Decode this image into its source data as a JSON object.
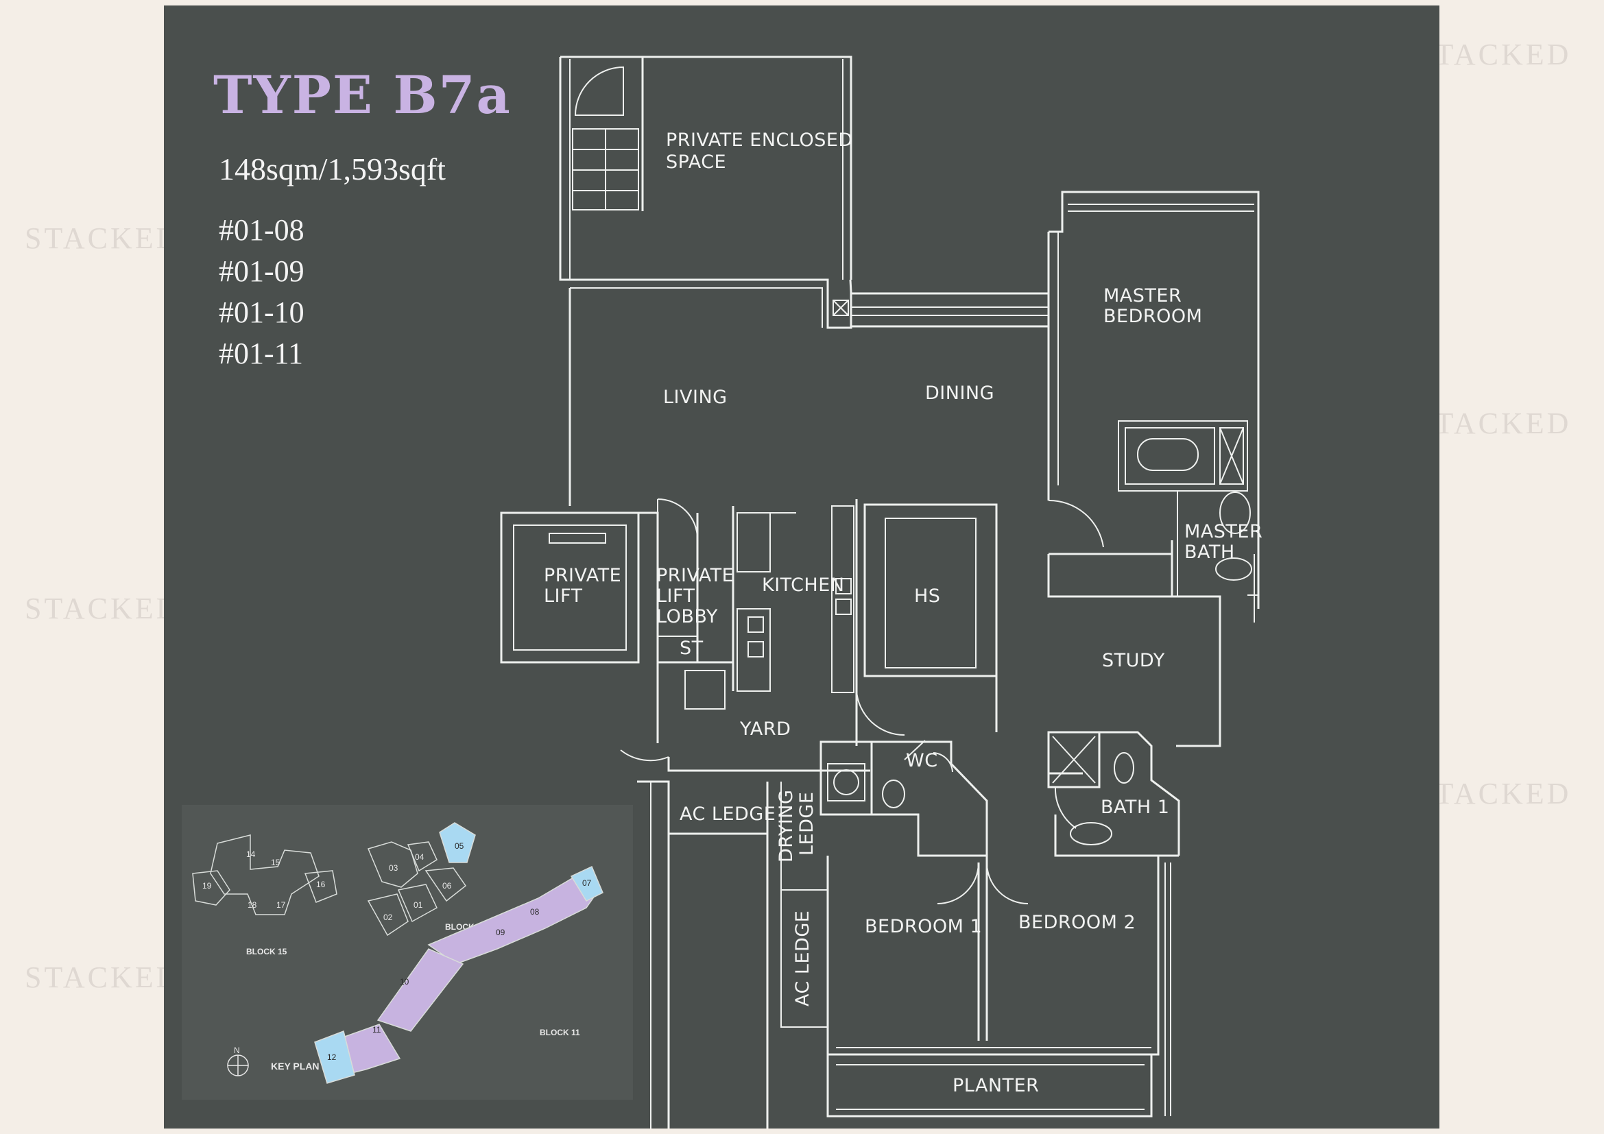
{
  "watermark": "STACKED",
  "unit": {
    "type": "TYPE B7a",
    "area": "148sqm/1,593sqft",
    "unit_numbers": [
      "#01-08",
      "#01-09",
      "#01-10",
      "#01-11"
    ]
  },
  "rooms": {
    "private_enclosed_1": "PRIVATE ENCLOSED",
    "private_enclosed_2": "SPACE",
    "master_bedroom_1": "MASTER",
    "master_bedroom_2": "BEDROOM",
    "living": "LIVING",
    "dining": "DINING",
    "private_lift_1": "PRIVATE",
    "private_lift_2": "LIFT",
    "private_lift_lobby_1": "PRIVATE",
    "private_lift_lobby_2": "LIFT",
    "private_lift_lobby_3": "LOBBY",
    "st": "ST",
    "kitchen": "KITCHEN",
    "hs": "HS",
    "master_bath_1": "MASTER",
    "master_bath_2": "BATH",
    "study": "STUDY",
    "yard": "YARD",
    "wc": "WC",
    "ac_ledge_top": "AC LEDGE",
    "drying_ledge_1": "DRYING",
    "drying_ledge_2": "LEDGE",
    "bath_1": "BATH 1",
    "ac_ledge_side": "AC LEDGE",
    "bedroom_1": "BEDROOM 1",
    "bedroom_2": "BEDROOM 2",
    "planter": "PLANTER"
  },
  "key_plan": {
    "title": "KEY PLAN",
    "north": "N",
    "block15": {
      "label": "BLOCK 15",
      "units": [
        "14",
        "15",
        "19",
        "16",
        "18",
        "17"
      ]
    },
    "block9": {
      "label": "BLOCK 9",
      "units": [
        "03",
        "04",
        "05",
        "06",
        "01",
        "02"
      ]
    },
    "block11": {
      "label": "BLOCK 11",
      "units": [
        "07",
        "08",
        "09",
        "10",
        "11",
        "12"
      ]
    }
  },
  "colors": {
    "panel": "#4a4f4d",
    "title": "#c9b3e3",
    "highlight_lilac": "#c7b3e0",
    "highlight_blue": "#a9d9f2",
    "lines": "#eef0ee"
  }
}
